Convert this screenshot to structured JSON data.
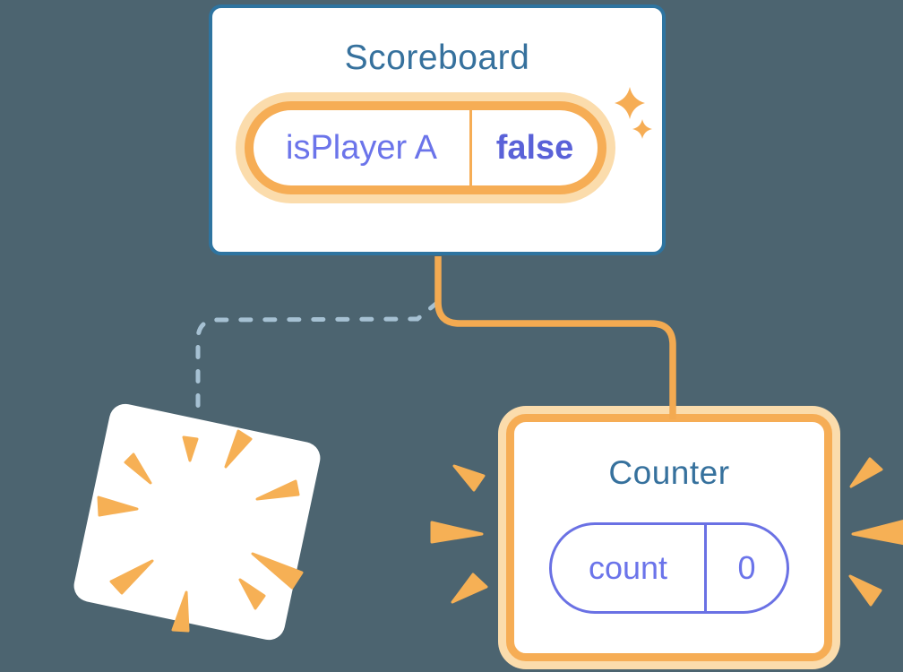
{
  "diagram": {
    "description": "React component tree: Scoreboard parent keeps state while one child Counter is destroyed (poof) and another Counter is freshly mounted (sparkling)",
    "scoreboard": {
      "title": "Scoreboard",
      "state_pill": {
        "name": "isPlayer A",
        "value": "false"
      }
    },
    "counter": {
      "title": "Counter",
      "state_pill": {
        "name": "count",
        "value": "0"
      }
    },
    "removed_component": {
      "icon": "poof-burst-icon"
    },
    "new_component_marker": {
      "icon": "sparkle-icon"
    }
  },
  "colors": {
    "background": "#4C6470",
    "card_fill": "#FFFFFF",
    "card_border_blue": "#2E74A0",
    "title_text": "#36719D",
    "state_name_text": "#6B74EA",
    "state_value_text": "#5A62D8",
    "pill_ring_orange": "#F6AD55",
    "pill_ring_peach": "#FBDCAC",
    "counter_pill_border": "#6A71E4",
    "connector_active": "#F3AA51",
    "connector_removed_dashed": "#A6C1D3",
    "burst_orange": "#F6B055"
  }
}
